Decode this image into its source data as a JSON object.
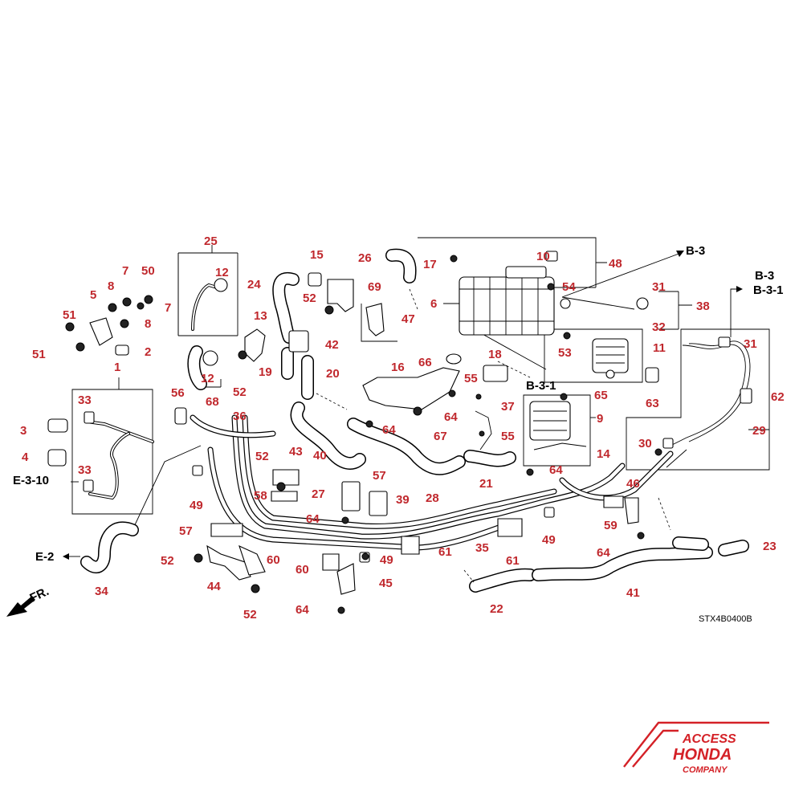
{
  "callouts": [
    "1",
    "2",
    "3",
    "4",
    "5",
    "6",
    "7",
    "8",
    "9",
    "10",
    "11",
    "12",
    "13",
    "14",
    "15",
    "16",
    "17",
    "18",
    "19",
    "20",
    "21",
    "22",
    "23",
    "24",
    "25",
    "26",
    "27",
    "28",
    "29",
    "30",
    "31",
    "32",
    "33",
    "34",
    "35",
    "36",
    "37",
    "38",
    "39",
    "40",
    "41",
    "42",
    "43",
    "44",
    "45",
    "46",
    "47",
    "48",
    "49",
    "50",
    "51",
    "52",
    "53",
    "54",
    "55",
    "56",
    "57",
    "58",
    "59",
    "60",
    "61",
    "62",
    "63",
    "64",
    "65",
    "66",
    "67",
    "68",
    "69"
  ],
  "references": {
    "b3": "B-3",
    "b31": "B-3-1",
    "e2": "E-2",
    "e310": "E-3-10"
  },
  "direction_label": "FR.",
  "diagram_code": "STX4B0400B",
  "logo": {
    "line1": "ACCESS",
    "line2": "HONDA",
    "line3": "COMPANY"
  },
  "colors": {
    "callout": "#c0282d",
    "logo": "#d42127",
    "lines": "#000000",
    "background": "#ffffff"
  }
}
